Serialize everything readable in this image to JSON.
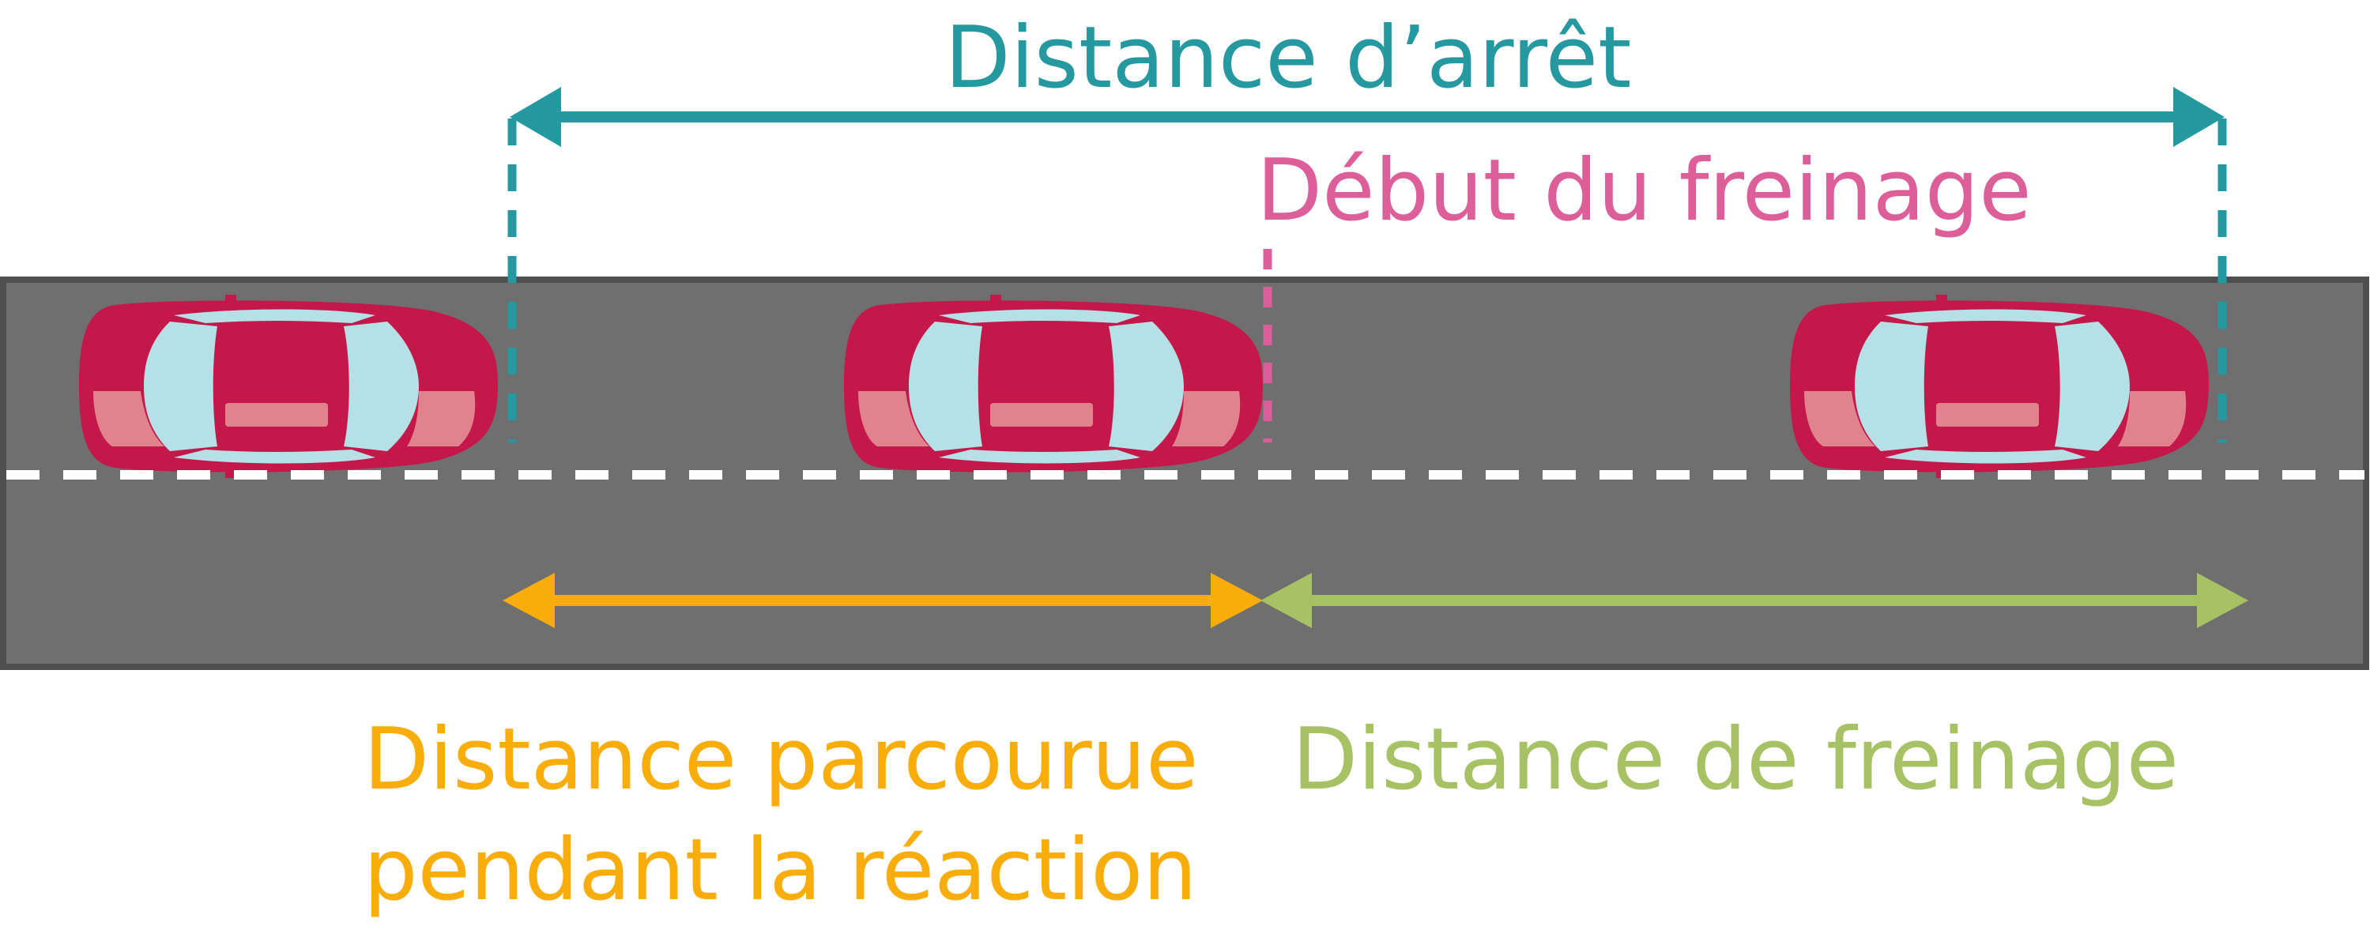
{
  "labels": {
    "stopping_distance": "Distance d’arrêt",
    "braking_start": "Début du freinage",
    "reaction_distance": "Distance parcourue pendant la réaction",
    "braking_distance": "Distance de freinage"
  },
  "colors": {
    "stopping": "#2699a0",
    "braking_start": "#dc5f99",
    "reaction": "#f8ad0b",
    "braking": "#a7c264",
    "road": "#6f6f6f",
    "road_border": "#4f4f4f",
    "lane_marking": "#ffffff",
    "car_body": "#c5184a",
    "car_glass": "#b5e0e6",
    "car_light": "#e1838d"
  },
  "cars": [
    "car-1",
    "car-2",
    "car-3"
  ]
}
